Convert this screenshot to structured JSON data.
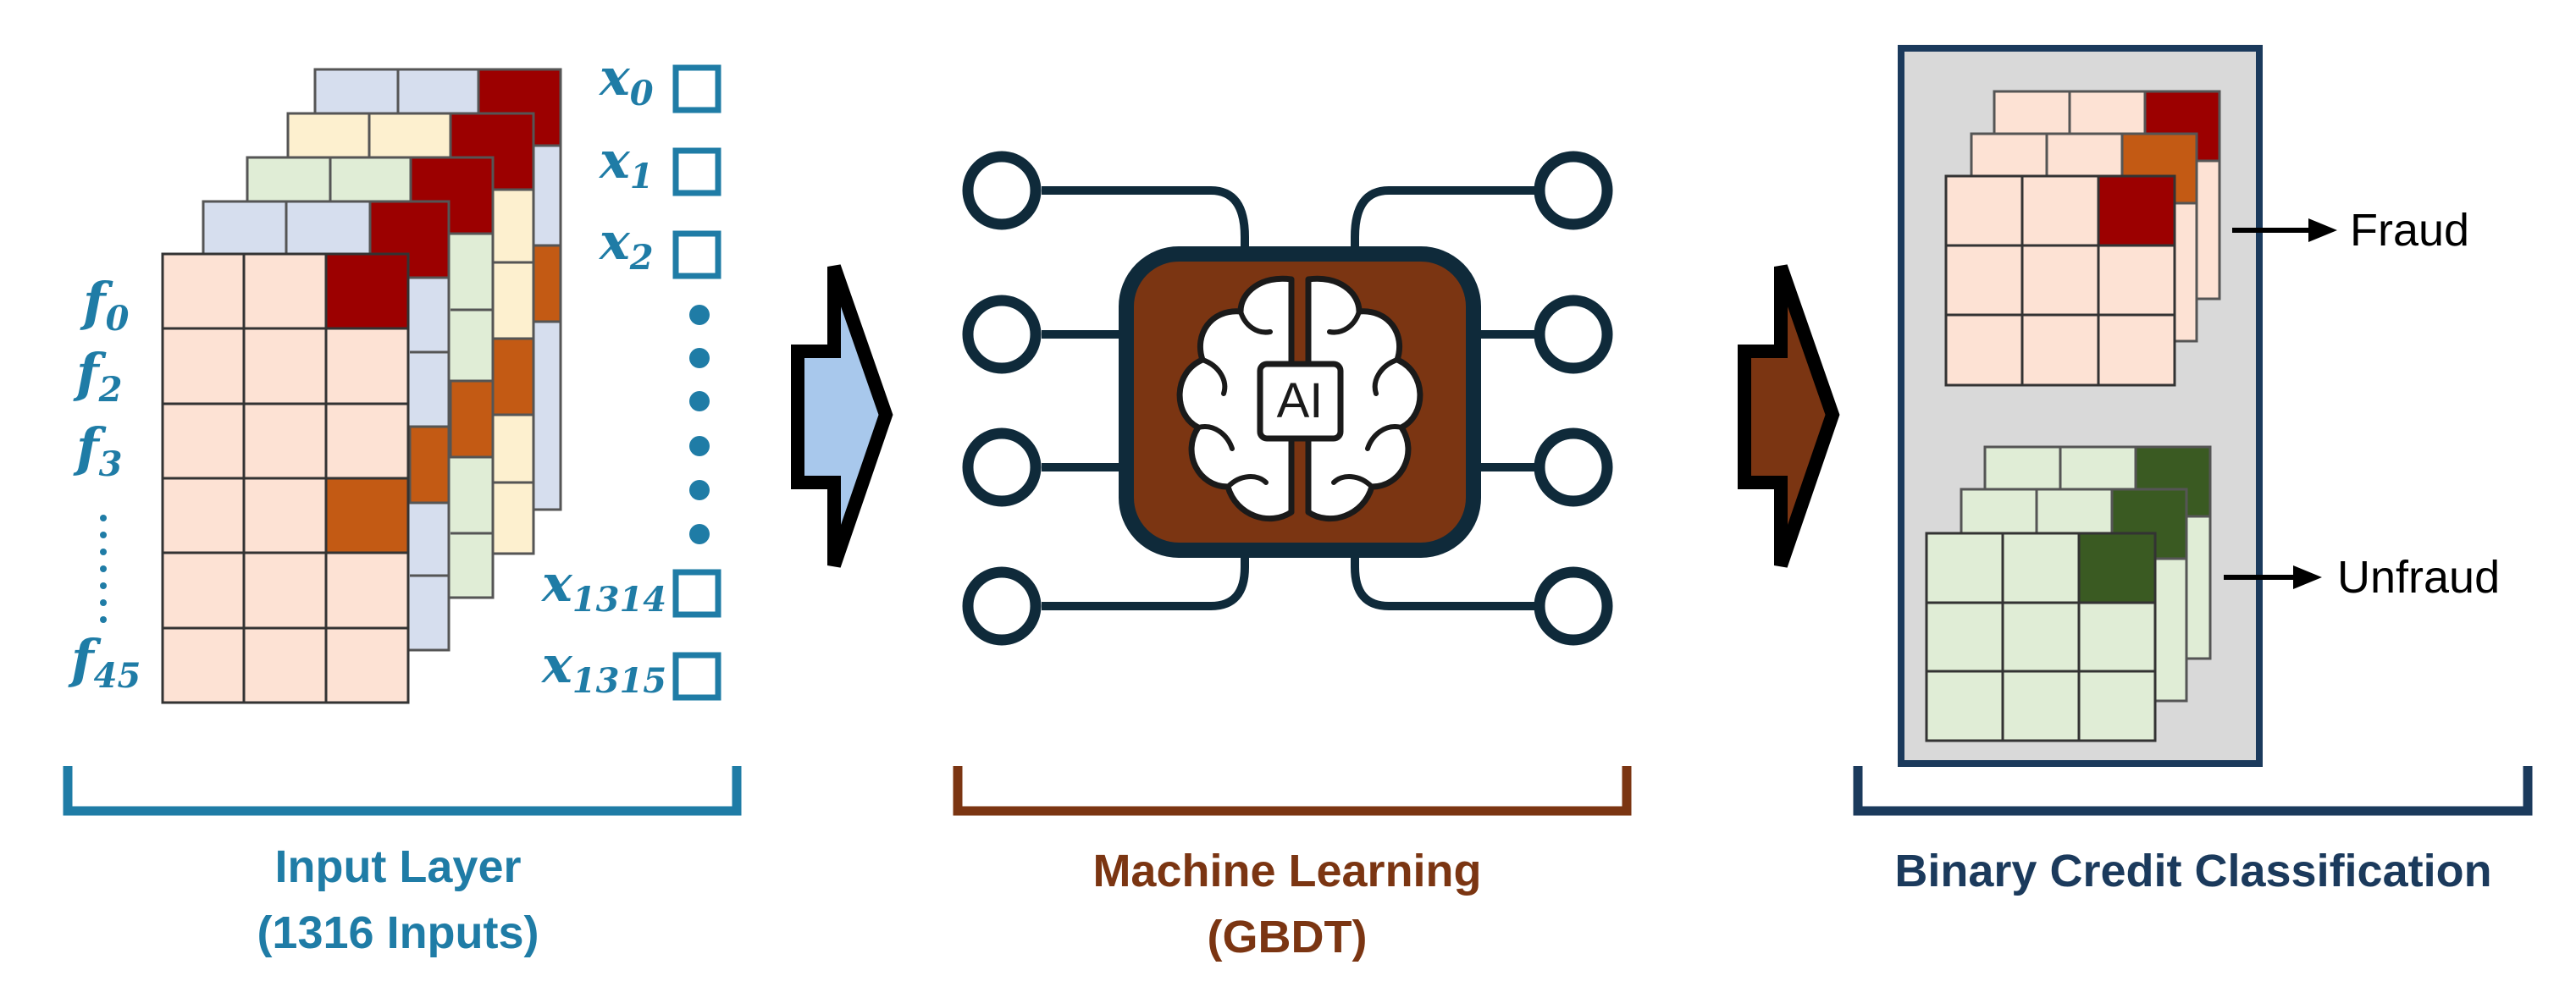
{
  "input_section": {
    "title": "Input Layer",
    "subtitle": "(1316 Inputs)",
    "feature_labels": [
      "f",
      "f",
      "f",
      "f"
    ],
    "feature_subscripts": [
      "0",
      "2",
      "3",
      "45"
    ],
    "input_labels": [
      "x",
      "x",
      "x",
      "x",
      "x"
    ],
    "input_subscripts": [
      "0",
      "1",
      "2",
      "1314",
      "1315"
    ],
    "color": "#1f7ca6"
  },
  "ml_section": {
    "title": "Machine Learning",
    "subtitle": "(GBDT)",
    "chip_text": "AI",
    "color": "#7b3512"
  },
  "output_section": {
    "title": "Binary Credit Classification",
    "fraud_label": "Fraud",
    "unfraud_label": "Unfraud",
    "color": "#1b3a5c"
  },
  "colors": {
    "arrow_blue": "#a8c8ec",
    "arrow_brown": "#7b3512",
    "fraud_red": "#9c0000",
    "fraud_orange": "#c35a14",
    "cell_pink": "#fde2d4",
    "cell_green": "#e0edd6",
    "dark_green": "#3a5a22",
    "panel_gray": "#d9d9d9"
  }
}
